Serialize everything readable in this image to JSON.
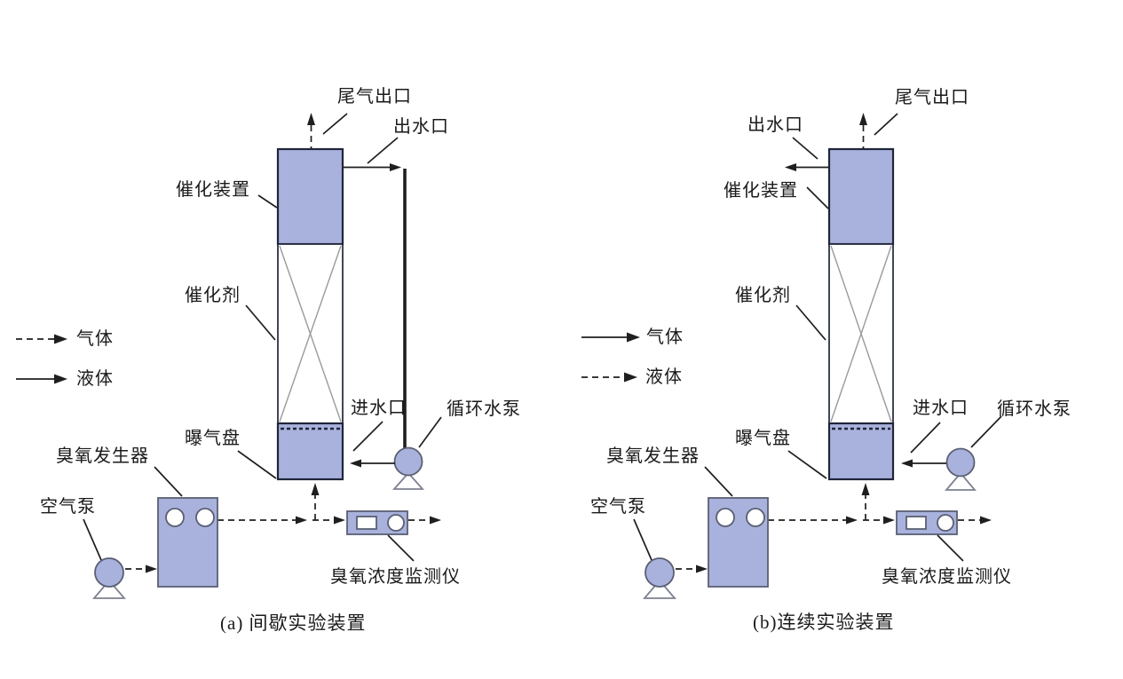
{
  "figure": {
    "background": "#ffffff",
    "colors": {
      "device_fill": "#a8b2dc",
      "device_border": "#5a5f73",
      "column_border": "#20263a",
      "line": "#1f1f1f",
      "cross_line": "#9a9a9a",
      "text": "#1a1a1a",
      "bg": "#ffffff"
    },
    "diagrams": {
      "a": {
        "caption": "(a) 间歇实验装置",
        "labels": {
          "tail_gas_outlet": "尾气出口",
          "water_outlet": "出水口",
          "catalytic_unit": "催化装置",
          "catalyst": "催化剂",
          "aeration_disk": "曝气盘",
          "water_inlet": "进水口",
          "circulating_pump": "循环水泵",
          "ozone_generator": "臭氧发生器",
          "air_pump": "空气泵",
          "ozone_monitor": "臭氧浓度监测仪"
        },
        "legend": [
          {
            "arrow_style": "dashed",
            "label": "气体"
          },
          {
            "arrow_style": "solid",
            "label": "液体"
          }
        ]
      },
      "b": {
        "caption": "(b)连续实验装置",
        "labels": {
          "tail_gas_outlet": "尾气出口",
          "water_outlet": "出水口",
          "catalytic_unit": "催化装置",
          "catalyst": "催化剂",
          "aeration_disk": "曝气盘",
          "water_inlet": "进水口",
          "circulating_pump": "循环水泵",
          "ozone_generator": "臭氧发生器",
          "air_pump": "空气泵",
          "ozone_monitor": "臭氧浓度监测仪"
        },
        "legend": [
          {
            "arrow_style": "solid",
            "label": "气体"
          },
          {
            "arrow_style": "dashed",
            "label": "液体"
          }
        ]
      }
    }
  }
}
